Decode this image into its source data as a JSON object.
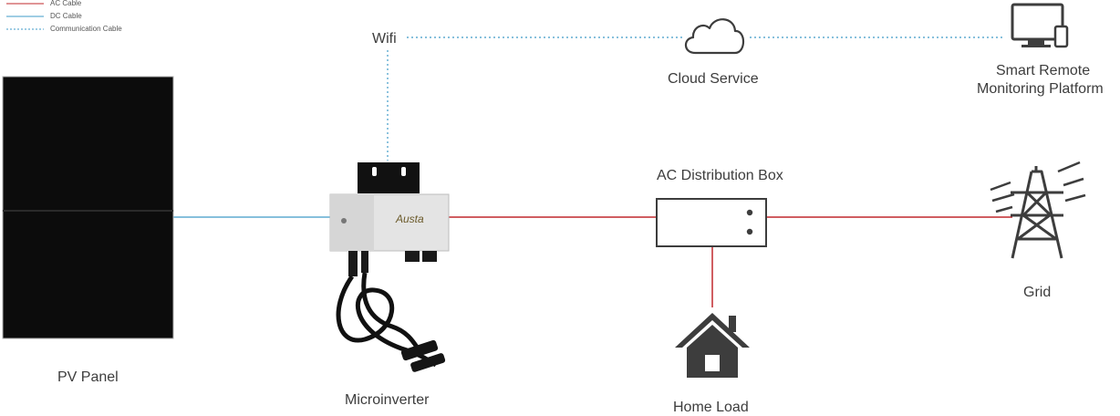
{
  "legend": {
    "ac": "AC Cable",
    "dc": "DC Cable",
    "comm": "Communication Cable"
  },
  "labels": {
    "wifi": "Wifi",
    "cloud": "Cloud Service",
    "remote_line1": "Smart Remote",
    "remote_line2": "Monitoring Platform",
    "distribution": "AC Distribution Box",
    "grid": "Grid",
    "pv": "PV Panel",
    "microinverter": "Microinverter",
    "home": "Home Load",
    "brand": "Austa"
  },
  "colors": {
    "ac": "#c0282d",
    "dc": "#3f9bc8",
    "comm": "#3f9bc8",
    "icon": "#3d3d3d",
    "panel": "#0c0c0c"
  },
  "icons": [
    "cloud-icon",
    "monitor-icon",
    "house-icon",
    "power-tower-icon"
  ]
}
